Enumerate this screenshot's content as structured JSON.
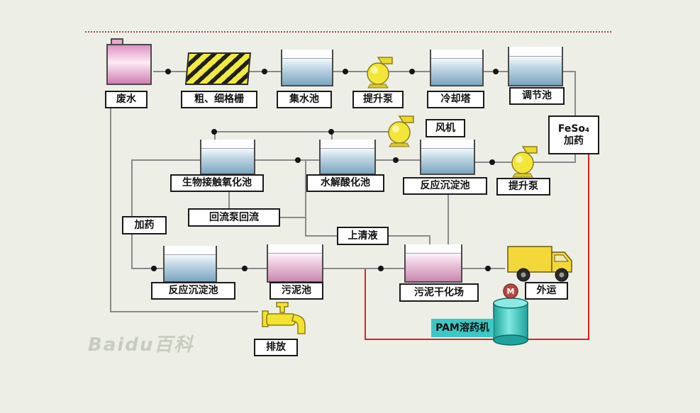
{
  "colors": {
    "background": "#edefe6",
    "line_gray": "#8a8a8a",
    "accent_red": "#e02020",
    "tank_blue": "#7ba6c0",
    "tank_pink": "#c989ae",
    "pump_yellow": "#f2e63a",
    "teal": "#3cc8c4",
    "label_border": "#1a1a1a"
  },
  "icons": {
    "pump": "pump-icon",
    "truck": "truck-icon",
    "faucet": "faucet-icon",
    "pam_cylinder": "pam-dissolver-icon",
    "motor": "motor-icon",
    "screen": "bar-screen-icon"
  },
  "labels": {
    "wastewater": "废水",
    "screen": "粗、细格栅",
    "collecting_tank": "集水池",
    "lift_pump_1": "提升泵",
    "cooling_tower": "冷却塔",
    "regulating_tank": "调节池",
    "feso4": "FeSo₄",
    "feso4_dosing": "加药",
    "fan": "风机",
    "bio_tank": "生物接触氧化池",
    "hydrolysis_tank": "水解酸化池",
    "reaction_tank_1": "反应沉淀池",
    "lift_pump_2": "提升泵",
    "dosing": "加药",
    "reflux": "回流泵回流",
    "supernatant": "上清液",
    "reaction_tank_2": "反应沉淀池",
    "sludge_tank": "污泥池",
    "sludge_drying": "污泥干化场",
    "transport": "外运",
    "discharge": "排放",
    "pam_machine": "PAM溶药机",
    "motor_m": "M"
  },
  "watermark": "Baidu百科"
}
